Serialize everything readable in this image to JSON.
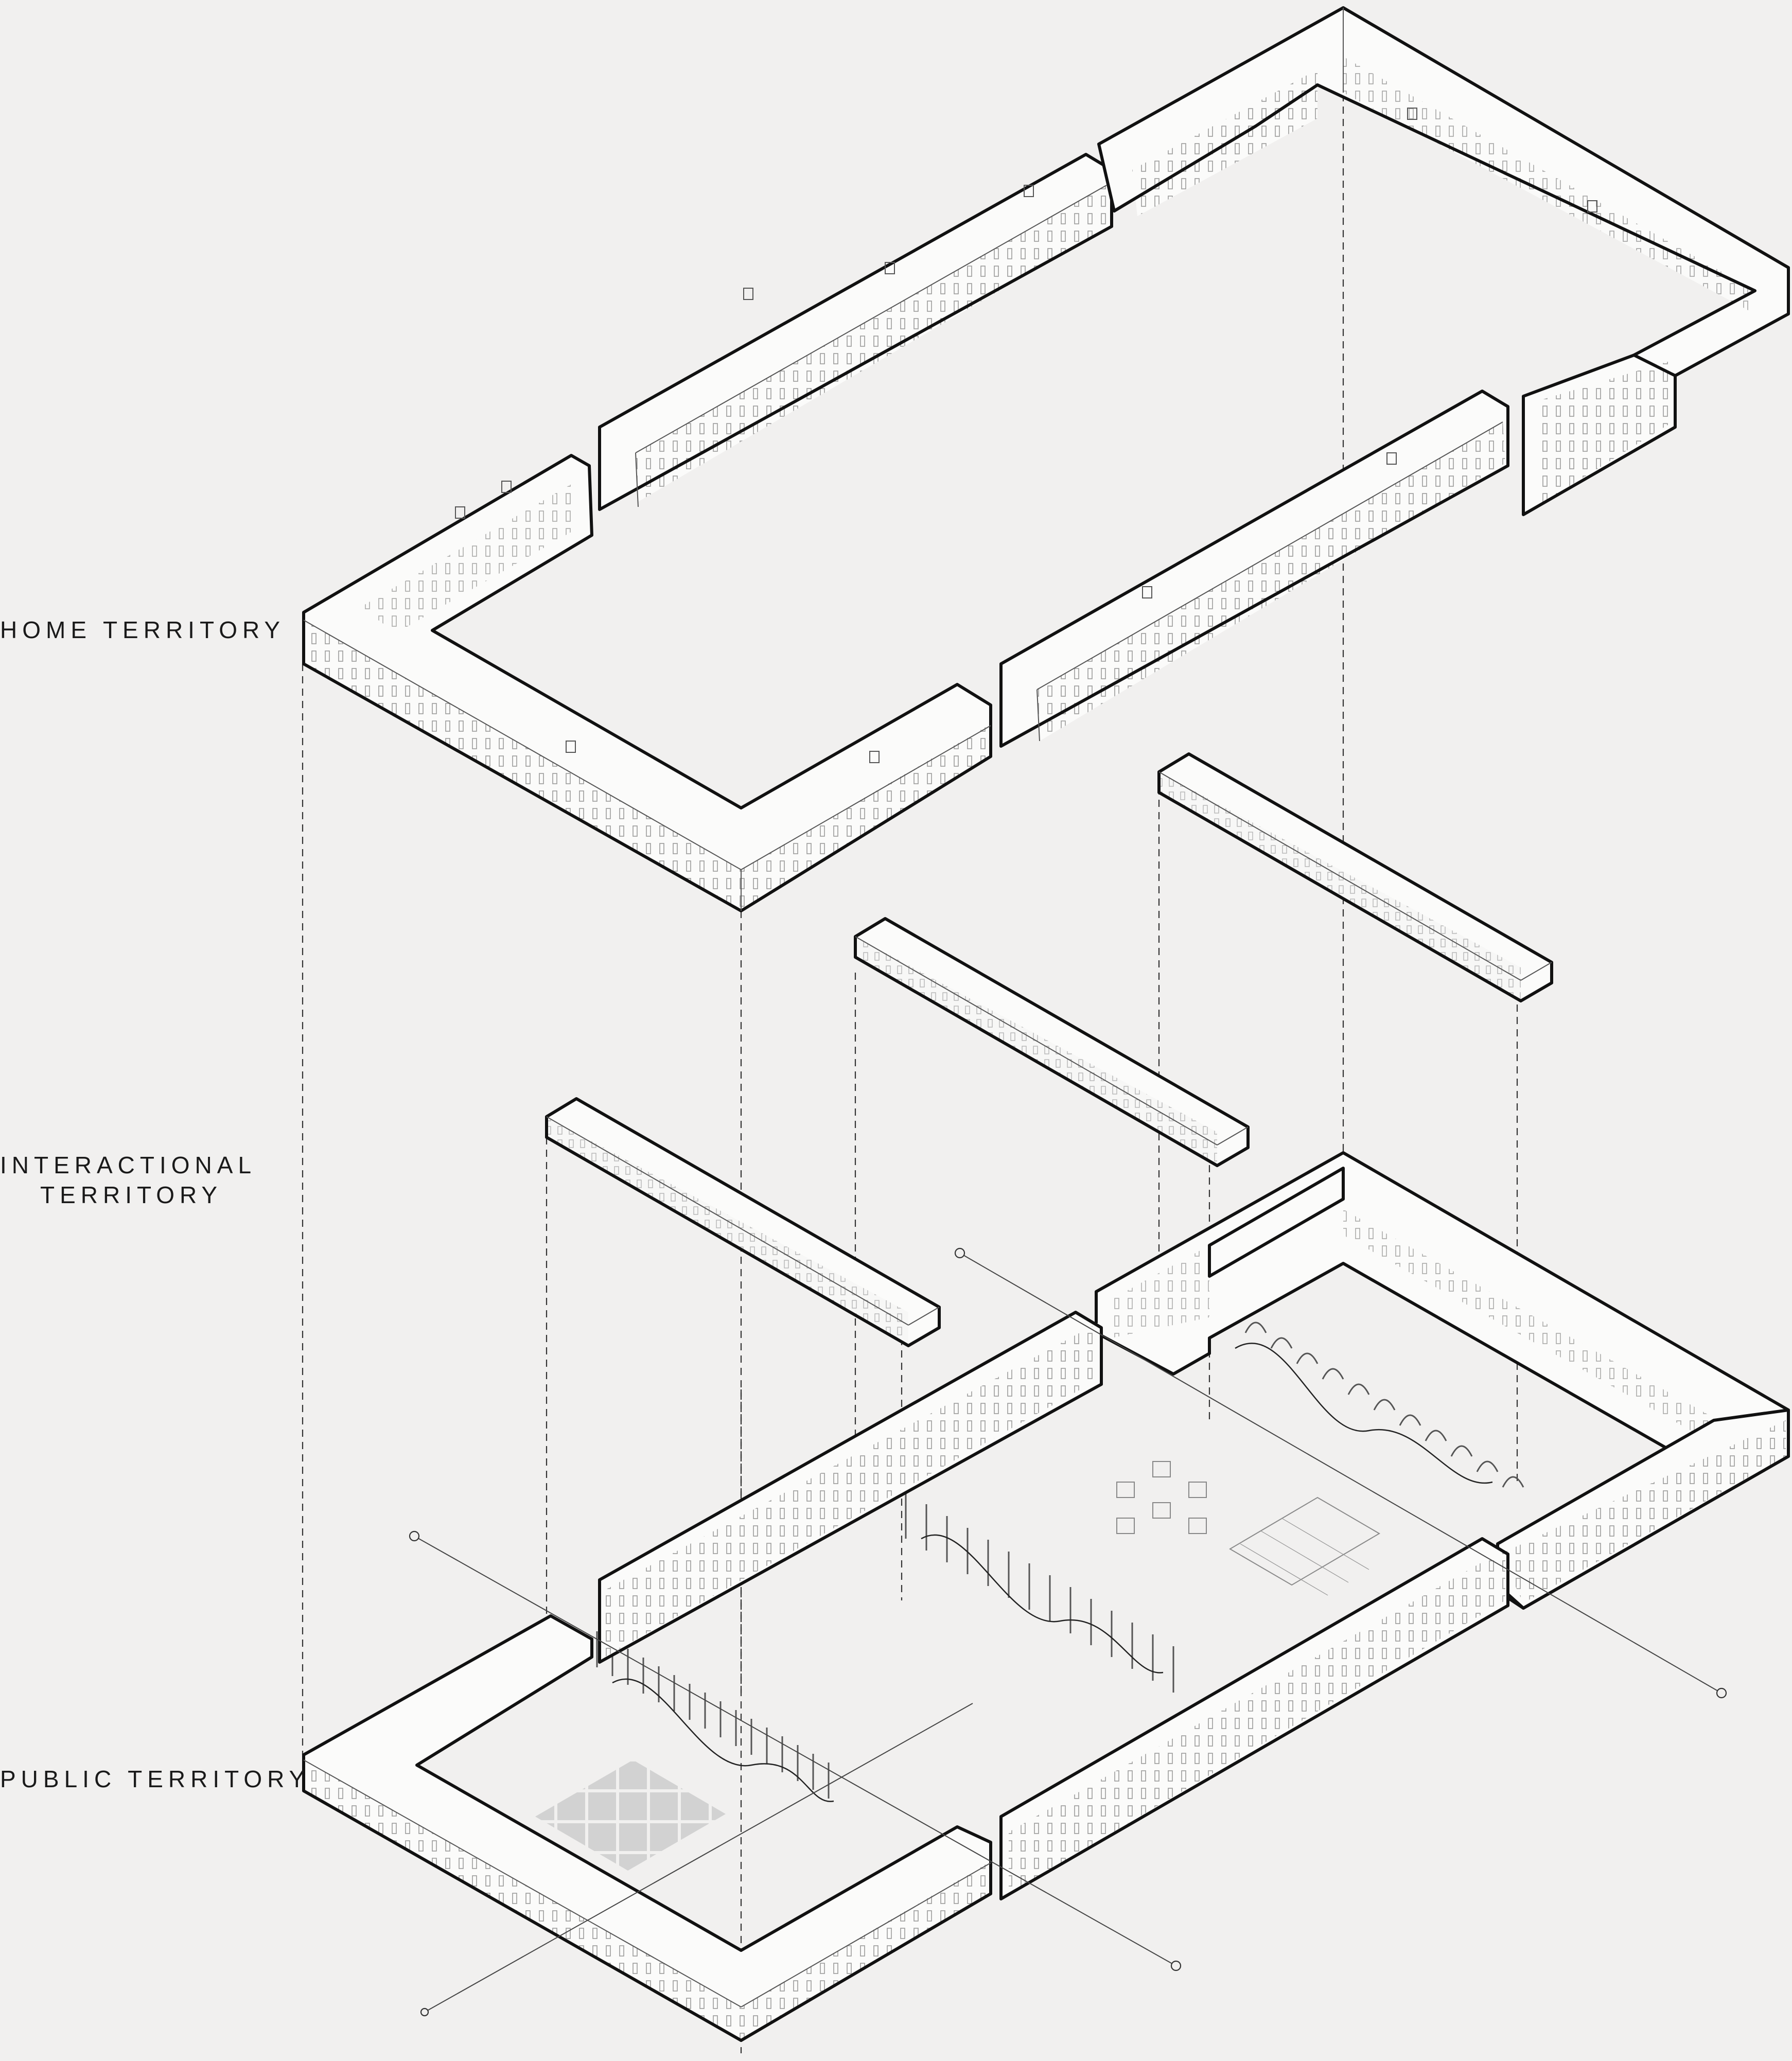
{
  "layers": {
    "home": "HOME TERRITORY",
    "interactional_line1": "INTERACTIONAL",
    "interactional_line2": "TERRITORY",
    "public": "PUBLIC TERRITORY"
  },
  "colors": {
    "background": "#f1f0ef",
    "line": "#111111",
    "hatch": "#c8c8c8"
  }
}
